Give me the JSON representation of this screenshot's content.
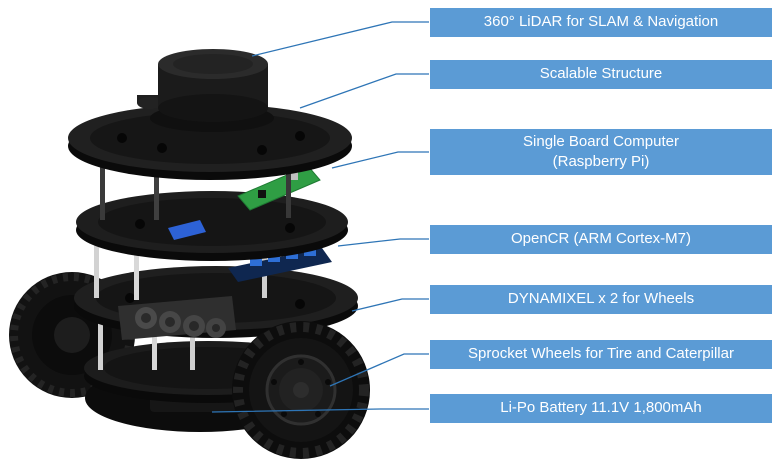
{
  "diagram": {
    "colors": {
      "label_bg": "#5B9BD5",
      "label_text": "#FFFFFF",
      "callout_line": "#2E75B6"
    },
    "labels": [
      {
        "id": "lidar",
        "text": "360° LiDAR for SLAM & Navigation"
      },
      {
        "id": "structure",
        "text": "Scalable Structure"
      },
      {
        "id": "sbc",
        "text": "Single Board Computer\n(Raspberry Pi)"
      },
      {
        "id": "opencr",
        "text": "OpenCR (ARM Cortex-M7)"
      },
      {
        "id": "dynamixel",
        "text": "DYNAMIXEL x 2 for Wheels"
      },
      {
        "id": "sprocket",
        "text": "Sprocket Wheels for Tire and Caterpillar"
      },
      {
        "id": "battery",
        "text": "Li-Po Battery 11.1V 1,800mAh"
      }
    ]
  }
}
